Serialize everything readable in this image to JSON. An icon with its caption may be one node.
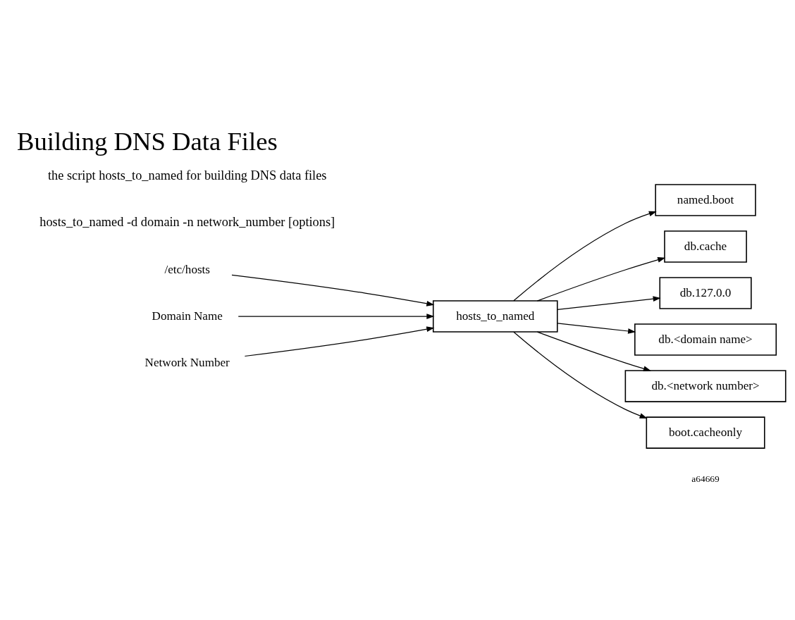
{
  "diagram": {
    "title": "Building DNS Data Files",
    "nodes": [
      {
        "text": [
          "/etc/hosts"
        ]
      },
      {
        "text": [
          "Domain Name"
        ]
      },
      {
        "text": [
          "hosts_to_named"
        ]
      },
      {
        "text": [
          "Network Number"
        ]
      },
      {
        "text": [
          "named.boot"
        ]
      },
      {
        "text": [
          "db.cache"
        ]
      },
      {
        "text": [
          "db.127.0.0"
        ]
      },
      {
        "text": [
          "db.<domain name>"
        ]
      },
      {
        "text": [
          "db.<network number>"
        ]
      },
      {
        "text": [
          "boot.cacheonly"
        ]
      }
    ],
    "edges": [
      {
        "from": 0,
        "to": 2,
        "arrow": "to"
      },
      {
        "from": 1,
        "to": 2,
        "arrow": "to"
      },
      {
        "from": 3,
        "to": 2,
        "arrow": "to"
      },
      {
        "from": 2,
        "to": 4,
        "arrow": "to"
      },
      {
        "from": 2,
        "to": 5,
        "arrow": "to"
      },
      {
        "from": 2,
        "to": 6,
        "arrow": "to"
      },
      {
        "from": 2,
        "to": 7,
        "arrow": "to"
      },
      {
        "from": 2,
        "to": 8,
        "arrow": "to"
      },
      {
        "from": 2,
        "to": 9,
        "arrow": "to"
      }
    ],
    "labels": [
      "the script hosts_to_named for building DNS data files",
      "hosts_to_named -d domain -n network_number [options]",
      "a64669"
    ]
  }
}
